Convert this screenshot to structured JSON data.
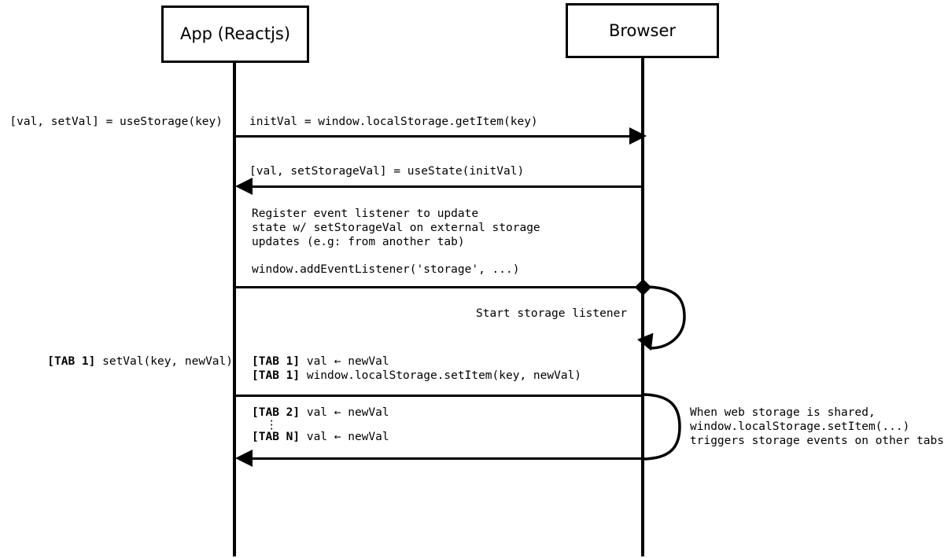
{
  "diagram": {
    "title": "useStorage React hook sequence diagram",
    "type": "sequence-diagram",
    "background_color": "#ffffff",
    "line_color": "#000000"
  },
  "participants": [
    {
      "id": "app",
      "label": "App (Reactjs)"
    },
    {
      "id": "browser",
      "label": "Browser"
    }
  ],
  "messages": [
    {
      "id": "m1",
      "from": "app",
      "to": "browser",
      "direction": "right",
      "arrow": "solid-filled",
      "label": "initVal = window.localStorage.getItem(key)",
      "side_label": "[val, setVal] = useStorage(key)"
    },
    {
      "id": "m2",
      "from": "browser",
      "to": "app",
      "direction": "left",
      "arrow": "solid-filled",
      "label": "[val, setStorageVal] = useState(initVal)"
    },
    {
      "id": "m3",
      "from": "app",
      "to": "browser",
      "direction": "right",
      "arrow": "diamond",
      "label_lines": [
        "Register event listener to update",
        "state w/ setStorageVal on external storage",
        "updates (e.g: from another tab)"
      ],
      "label_code": "window.addEventListener('storage', ...)"
    },
    {
      "id": "m4",
      "from": "browser",
      "to": "browser",
      "direction": "self-loop",
      "arrow": "solid-filled",
      "label": "Start storage listener"
    },
    {
      "id": "m5",
      "from": "app",
      "to": "browser",
      "direction": "right",
      "arrow": "none",
      "side_label_bold": "[TAB 1]",
      "side_label_rest": " setVal(key, newVal)",
      "label_rows": [
        {
          "tag": "[TAB 1]",
          "text": " val ← newVal"
        },
        {
          "tag": "[TAB 1]",
          "text": " window.localStorage.setItem(key, newVal)"
        }
      ]
    },
    {
      "id": "m6",
      "from": "browser",
      "to": "app",
      "direction": "left",
      "arrow": "solid-filled",
      "label_rows": [
        {
          "tag": "[TAB 2]",
          "text": " val ← newVal"
        },
        {
          "tag": "⋮",
          "text": ""
        },
        {
          "tag": "[TAB N]",
          "text": " val ← newVal"
        }
      ],
      "note_lines": [
        "When web storage is shared,",
        "window.localStorage.setItem(...)",
        "triggers storage events on other tabs"
      ]
    }
  ],
  "text": {
    "usestorage_call": "[val, setVal] = useStorage(key)",
    "initval_msg": "initVal = window.localStorage.getItem(key)",
    "usestate_msg": "[val, setStorageVal] = useState(initVal)",
    "register_l1": "Register event listener to update",
    "register_l2": "state w/ setStorageVal on external storage",
    "register_l3": "updates (e.g: from another tab)",
    "add_listener": "window.addEventListener('storage', ...)",
    "start_listener": "Start storage listener",
    "setval_tag": "[TAB 1]",
    "setval_rest": " setVal(key, newVal)",
    "tab1_tag": "[TAB 1]",
    "tab1_row1": " val ← newVal",
    "tab1_row2": " window.localStorage.setItem(key, newVal)",
    "tab2_tag": "[TAB 2]",
    "tab2_row": " val ← newVal",
    "ellipsis": "⋮",
    "tabn_tag": "[TAB N]",
    "tabn_row": " val ← newVal",
    "note_l1": "When web storage is shared,",
    "note_l2": "window.localStorage.setItem(...)",
    "note_l3": "triggers storage events on other tabs"
  }
}
